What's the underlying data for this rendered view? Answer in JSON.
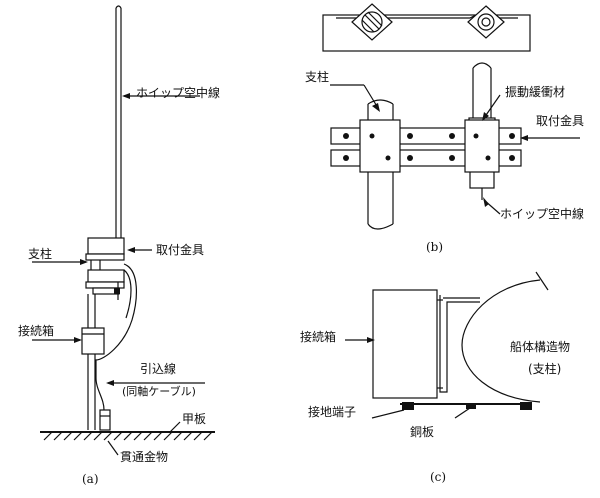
{
  "labels": {
    "a_whip": "ホイップ空中線",
    "a_post": "支柱",
    "a_bracket": "取付金具",
    "a_junction": "接続箱",
    "a_leadin": "引込線",
    "a_coax": "(同軸ケーブル)",
    "a_deck": "甲板",
    "a_feed": "貫通金物",
    "b_post": "支柱",
    "b_damper": "振動緩衝材",
    "b_bracket": "取付金具",
    "b_whip": "ホイップ空中線",
    "c_junction": "接続箱",
    "c_hull": "船体構造物",
    "c_hull_sub": "(支柱)",
    "c_ground": "接地端子",
    "c_copper": "銅板"
  },
  "captions": {
    "a": "(a)",
    "b": "(b)",
    "c": "(c)"
  }
}
